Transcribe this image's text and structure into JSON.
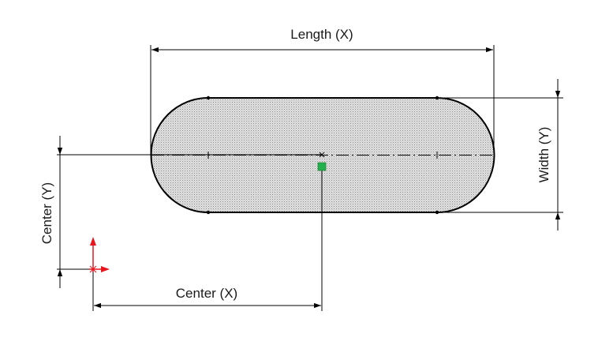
{
  "labels": {
    "length": "Length (X)",
    "width": "Width (Y)",
    "center_y": "Center (Y)",
    "center_x": "Center (X)"
  },
  "colors": {
    "outline": "#000000",
    "fill": "#d4d4d4",
    "center_marker": "#22b14c",
    "origin_y_axis": "#e8141e",
    "origin_x_axis": "#e8141e"
  },
  "icons": {
    "origin": "coordinate-origin-icon",
    "center": "slot-center-point-icon"
  }
}
